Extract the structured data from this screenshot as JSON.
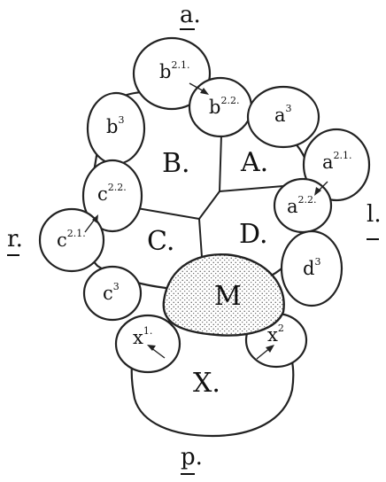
{
  "orientation": {
    "anterior": "a.",
    "posterior": "p.",
    "right": "r.",
    "left": "l."
  },
  "cells": {
    "B": {
      "letter": "B."
    },
    "A": {
      "letter": "A."
    },
    "C": {
      "letter": "C."
    },
    "D": {
      "letter": "D."
    },
    "M": {
      "letter": "M"
    },
    "X": {
      "letter": "X."
    },
    "b21": {
      "base": "b",
      "sup": "2.1."
    },
    "b22": {
      "base": "b",
      "sup": "2.2."
    },
    "b3": {
      "base": "b",
      "sup": "3"
    },
    "a3": {
      "base": "a",
      "sup": "3"
    },
    "a21": {
      "base": "a",
      "sup": "2.1."
    },
    "a22": {
      "base": "a",
      "sup": "2.2."
    },
    "c22": {
      "base": "c",
      "sup": "2.2."
    },
    "c21": {
      "base": "c",
      "sup": "2.1."
    },
    "c3": {
      "base": "c",
      "sup": "3"
    },
    "d3": {
      "base": "d",
      "sup": "3"
    },
    "x1": {
      "base": "x",
      "sup": "1."
    },
    "x2": {
      "base": "x",
      "sup": "2"
    }
  },
  "colors": {
    "ink": "#222222",
    "paper": "#ffffff",
    "stipple": "#555555"
  }
}
